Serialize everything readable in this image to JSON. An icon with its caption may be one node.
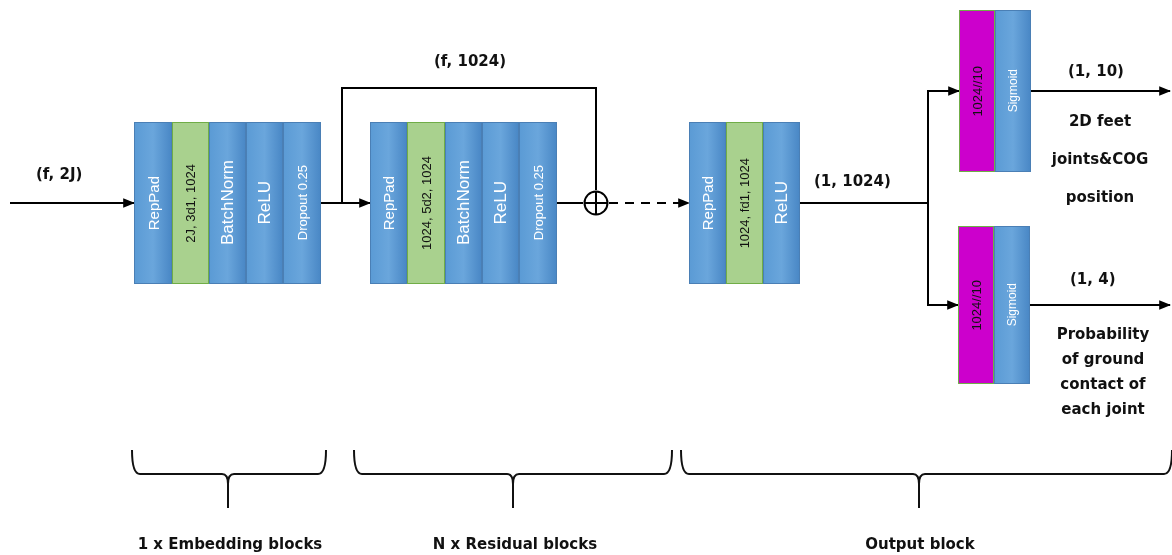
{
  "diagram": {
    "nodes": [
      {
        "text": [
          "RepPad"
        ]
      },
      {
        "text": [
          "2J, 3d1, 1024"
        ]
      },
      {
        "text": [
          "BatchNorm"
        ]
      },
      {
        "text": [
          "ReLU"
        ]
      },
      {
        "text": [
          "Dropout 0.25"
        ]
      },
      {
        "text": [
          "RepPad"
        ]
      },
      {
        "text": [
          "1024, 5d2, 1024"
        ]
      },
      {
        "text": [
          "BatchNorm"
        ]
      },
      {
        "text": [
          "ReLU"
        ]
      },
      {
        "text": [
          "Dropout 0.25"
        ]
      },
      {
        "text": [],
        "shape": "circle"
      },
      {
        "text": [
          "RepPad"
        ]
      },
      {
        "text": [
          "1024, fd1, 1024"
        ]
      },
      {
        "text": [
          "ReLU"
        ]
      },
      {
        "text": [
          "1024//10"
        ]
      },
      {
        "text": [
          "Sigmoid"
        ]
      },
      {
        "text": [
          "1024//10"
        ]
      },
      {
        "text": [
          "Sigmoid"
        ]
      }
    ],
    "edges": [
      {
        "from": null,
        "to": 0,
        "arrow": "to",
        "label": "(f, 2J)"
      },
      {
        "from": 4,
        "to": 5,
        "arrow": "to"
      },
      {
        "from": 4,
        "to": 10,
        "arrow": "none",
        "label": "(f, 1024)"
      },
      {
        "from": 9,
        "to": 10,
        "arrow": "none"
      },
      {
        "from": 10,
        "to": 11,
        "arrow": "to",
        "style": "dashed"
      },
      {
        "from": 13,
        "to": 14,
        "arrow": "to",
        "label": "(1, 1024)"
      },
      {
        "from": 13,
        "to": 16,
        "arrow": "to"
      },
      {
        "from": 15,
        "to": null,
        "arrow": "to",
        "label": "(1, 10)"
      },
      {
        "from": 17,
        "to": null,
        "arrow": "to",
        "label": "(1, 4)"
      }
    ],
    "labels": [
      "2D feet joints&COG position",
      "Probability of ground contact of each joint",
      "1 x Embedding blocks",
      "N x Residual blocks",
      "Output block"
    ]
  }
}
